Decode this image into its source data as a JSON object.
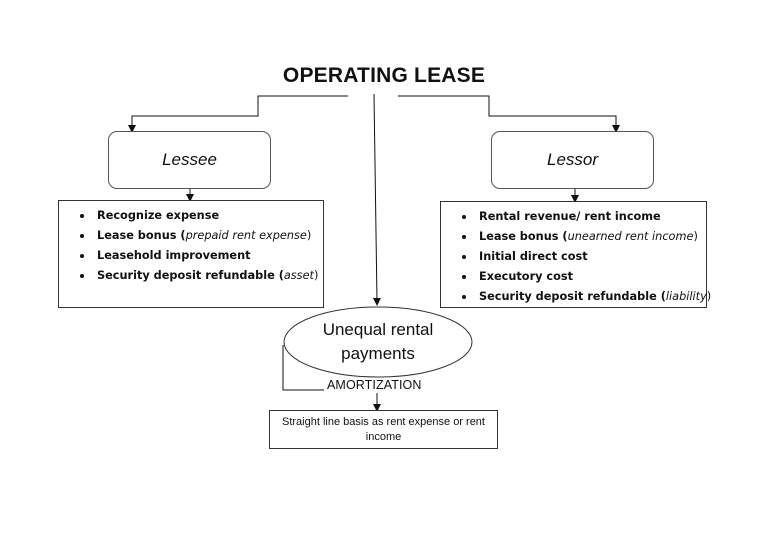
{
  "title": "OPERATING LEASE",
  "lessee": {
    "label": "Lessee",
    "items": [
      {
        "text": "Recognize expense",
        "note": "",
        "suffix": ""
      },
      {
        "text": "Lease bonus (",
        "note": "prepaid rent expense",
        "suffix": ")"
      },
      {
        "text": "Leasehold improvement",
        "note": "",
        "suffix": ""
      },
      {
        "text": "Security deposit refundable (",
        "note": "asset",
        "suffix": ")"
      }
    ]
  },
  "lessor": {
    "label": "Lessor",
    "items": [
      {
        "text": "Rental revenue/ rent income",
        "note": "",
        "suffix": ""
      },
      {
        "text": "Lease bonus (",
        "note": "unearned rent income",
        "suffix": ")"
      },
      {
        "text": "Initial direct cost",
        "note": "",
        "suffix": ""
      },
      {
        "text": "Executory cost",
        "note": "",
        "suffix": ""
      },
      {
        "text": "Security deposit refundable (",
        "note": "liability",
        "suffix": ")"
      }
    ]
  },
  "center": {
    "ellipse_text": "Unequal rental payments",
    "amortization_label": "AMORTIZATION",
    "result_text": "Straight line basis as rent expense or rent income"
  }
}
